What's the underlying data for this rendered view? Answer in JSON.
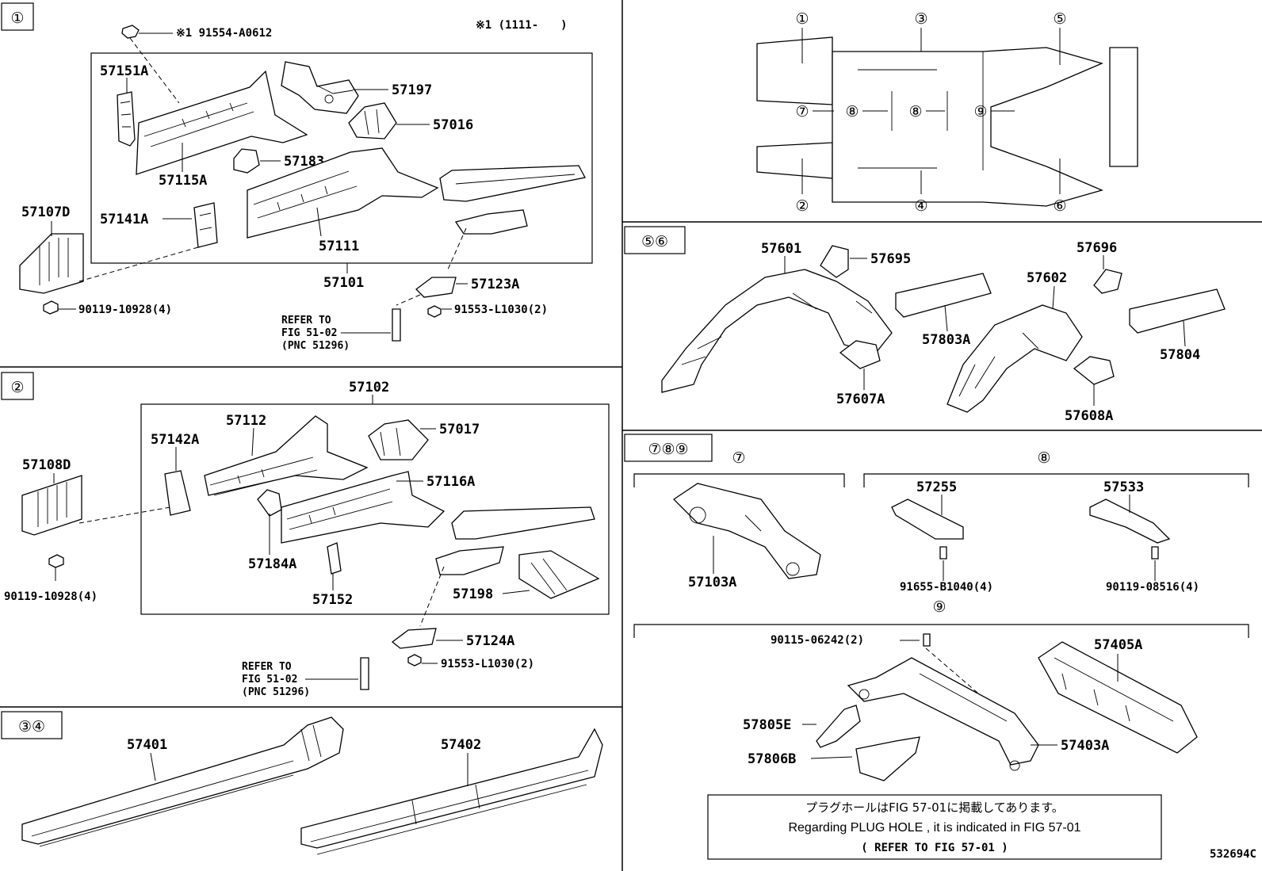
{
  "sections": {
    "s1": {
      "tag": "①",
      "bolt_top": "※1 91554-A0612",
      "date_note": "※1 (1111-　　)",
      "parts": {
        "p57151A": "57151A",
        "p57197": "57197",
        "p57016": "57016",
        "p57115A": "57115A",
        "p57183": "57183",
        "p57107D": "57107D",
        "p57141A": "57141A",
        "p57111": "57111",
        "p57101": "57101",
        "p57123A": "57123A",
        "p90119": "90119-10928(4)",
        "p91553": "91553-L1030(2)"
      },
      "refer": [
        "REFER TO",
        "FIG 51-02",
        "(PNC 51296)"
      ]
    },
    "s2": {
      "tag": "②",
      "parts": {
        "p57102": "57102",
        "p57112": "57112",
        "p57017": "57017",
        "p57142A": "57142A",
        "p57116A": "57116A",
        "p57108D": "57108D",
        "p57184A": "57184A",
        "p57152": "57152",
        "p57198": "57198",
        "p90119": "90119-10928(4)",
        "p57124A": "57124A",
        "p91553": "91553-L1030(2)"
      },
      "refer": [
        "REFER TO",
        "FIG 51-02",
        "(PNC 51296)"
      ]
    },
    "s34": {
      "tag": "③④",
      "parts": {
        "p57401": "57401",
        "p57402": "57402"
      }
    },
    "overview": {
      "callouts": [
        "①",
        "②",
        "③",
        "④",
        "⑤",
        "⑥",
        "⑦",
        "⑧",
        "⑧",
        "⑨"
      ]
    },
    "s56": {
      "tag": "⑤⑥",
      "parts": {
        "p57601": "57601",
        "p57695": "57695",
        "p57803A": "57803A",
        "p57607A": "57607A",
        "p57696": "57696",
        "p57602": "57602",
        "p57804": "57804",
        "p57608A": "57608A"
      }
    },
    "s789": {
      "tag": "⑦⑧⑨",
      "sub7": "⑦",
      "sub8": "⑧",
      "sub9": "⑨",
      "parts": {
        "p57103A": "57103A",
        "p57255": "57255",
        "p57533": "57533",
        "p91655": "91655-B1040(4)",
        "p90119": "90119-08516(4)",
        "p90115": "90115-06242(2)",
        "p57405A": "57405A",
        "p57805E": "57805E",
        "p57806B": "57806B",
        "p57403A": "57403A"
      },
      "note": {
        "jp": "プラグホールはFIG 57-01に掲載してあります。",
        "en": "Regarding PLUG HOLE , it is indicated in FIG 57-01",
        "ref": "( REFER TO FIG 57-01 )"
      }
    }
  },
  "figure_id": "532694C"
}
